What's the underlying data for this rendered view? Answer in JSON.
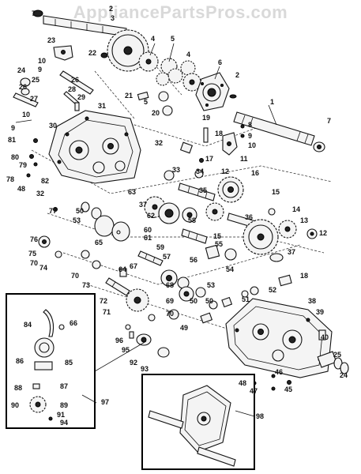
{
  "watermark": "AppliancePartsPros.com",
  "colors": {
    "ink": "#111111",
    "background": "#ffffff"
  },
  "callouts": {
    "c1": "1",
    "c2": "2",
    "c3": "3",
    "c4": "4",
    "c5": "5",
    "c6": "6",
    "c7": "7",
    "c8": "8",
    "c9": "9",
    "c10": "10",
    "c11": "11",
    "c12": "12",
    "c13": "13",
    "c14": "14",
    "c15": "15",
    "c16": "16",
    "c17": "17",
    "c18": "18",
    "c19": "19",
    "c20": "20",
    "c21": "21",
    "c22": "22",
    "c23": "23",
    "c24": "24",
    "c25": "25",
    "c26": "26",
    "c27": "27",
    "c28": "28",
    "c29": "29",
    "c30": "30",
    "c31": "31",
    "c32": "32",
    "c33": "33",
    "c34": "34",
    "c35": "35",
    "c36": "36",
    "c37": "37",
    "c38": "38",
    "c39": "39",
    "c40": "40",
    "c45": "45",
    "c46": "46",
    "c47": "47",
    "c48": "48",
    "c49": "49",
    "c50": "50",
    "c51": "51",
    "c52": "52",
    "c53": "53",
    "c54": "54",
    "c55": "55",
    "c56": "56",
    "c57": "57",
    "c58": "58",
    "c59": "59",
    "c60": "60",
    "c61": "61",
    "c62": "62",
    "c63": "63",
    "c64": "64",
    "c65": "65",
    "c66": "66",
    "c67": "67",
    "c68": "68",
    "c69": "69",
    "c70": "70",
    "c71": "71",
    "c72": "72",
    "c73": "73",
    "c74": "74",
    "c75": "75",
    "c76": "76",
    "c77": "77",
    "c78": "78",
    "c79": "79",
    "c80": "80",
    "c81": "81",
    "c82": "82",
    "c84": "84",
    "c85": "85",
    "c86": "86",
    "c87": "87",
    "c88": "88",
    "c89": "89",
    "c90": "90",
    "c91": "91",
    "c92": "92",
    "c93": "93",
    "c94": "94",
    "c95": "95",
    "c96": "96",
    "c97": "97",
    "c98": "98"
  }
}
